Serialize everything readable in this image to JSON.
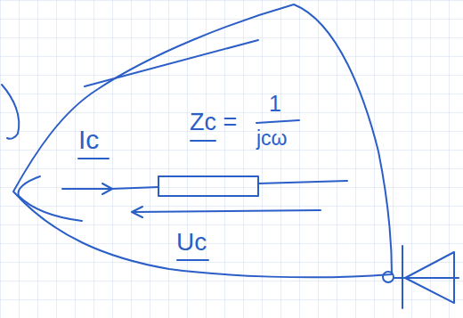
{
  "diagram": {
    "labels": [
      "Ic",
      "Zc =",
      "1",
      "jcω",
      "Uc"
    ]
  }
}
